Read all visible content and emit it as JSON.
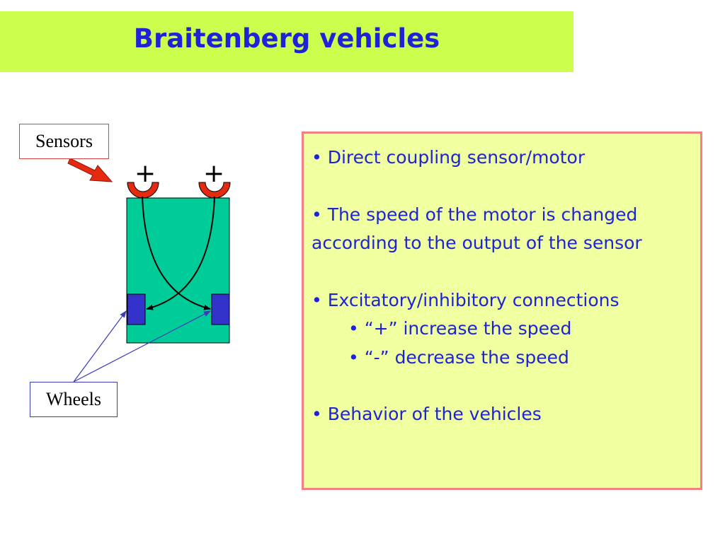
{
  "slide": {
    "title": "Braitenberg vehicles"
  },
  "diagram": {
    "sensors_label": "Sensors",
    "wheels_label": "Wheels",
    "left_sensor_sign": "+",
    "right_sensor_sign": "+",
    "colors": {
      "vehicle_body": "#00cc99",
      "sensor": "#e52a10",
      "wheel": "#3333cc",
      "sensor_arrow": "#e52a10"
    }
  },
  "info": {
    "bullet1": "• Direct coupling sensor/motor",
    "bullet2": "• The speed of the motor is changed according to the output of the sensor",
    "bullet3": "• Excitatory/inhibitory connections",
    "sub1": "• “+” increase the speed",
    "sub2": "• “-” decrease the speed",
    "bullet4": "• Behavior of the vehicles"
  }
}
